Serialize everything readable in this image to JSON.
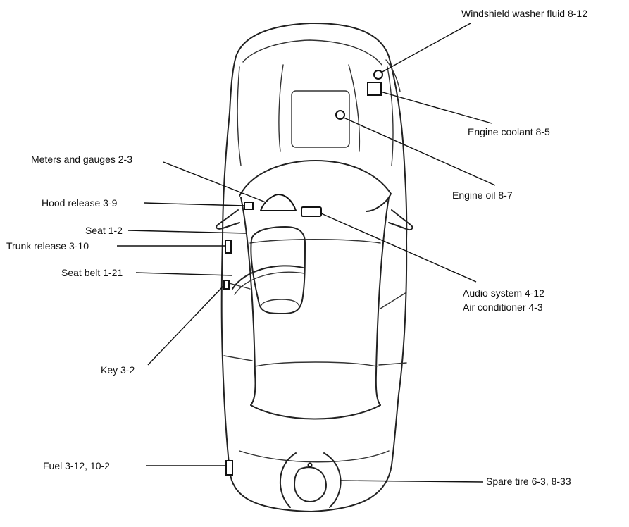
{
  "callouts": {
    "washer_fluid": "Windshield washer fluid 8-12",
    "engine_coolant": "Engine coolant 8-5",
    "meters_gauges": "Meters and gauges 2-3",
    "engine_oil": "Engine oil 8-7",
    "hood_release": "Hood release 3-9",
    "seat": "Seat 1-2",
    "trunk_release": "Trunk release 3-10",
    "seat_belt": "Seat belt 1-21",
    "audio_system": "Audio system 4-12",
    "air_conditioner": "Air conditioner 4-3",
    "key": "Key 3-2",
    "fuel": "Fuel 3-12, 10-2",
    "spare_tire": "Spare tire 6-3, 8-33"
  }
}
